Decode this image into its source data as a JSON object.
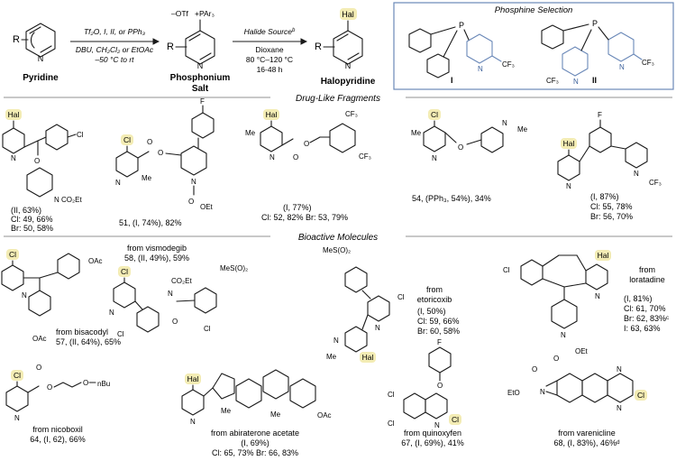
{
  "scheme": {
    "reactant_label": "Pyridine",
    "step1_reagents_line1": "Tf₂O, I, II, or PPh₃",
    "step1_reagents_line2": "DBU, CH₂Cl₂ or EtOAc",
    "step1_reagents_line3": "–50 °C to rt",
    "intermediate_counterion": "–OTf",
    "intermediate_cation": "+PAr₃",
    "intermediate_label_line1": "Phosphonium",
    "intermediate_label_line2": "Salt",
    "step2_reagent_line1": "Halide Source",
    "step2_reagent_sup": "b",
    "step2_solvent": "Dioxane",
    "step2_temp": "80 °C–120 °C",
    "step2_time": "16-48 h",
    "product_label": "Halopyridine",
    "hal": "Hal",
    "r_group": "R",
    "phosphine_title": "Phosphine Selection",
    "phosphine_I": "I",
    "phosphine_II": "II"
  },
  "sections": {
    "drug_like": "Drug-Like Fragments",
    "bioactive": "Bioactive Molecules"
  },
  "compounds": [
    {
      "id": "c1",
      "lines": [
        "(II, 63%)",
        "Cl: 49, 66%",
        "Br: 50, 58%"
      ]
    },
    {
      "id": "c2",
      "lines": [
        "51, (I, 74%), 82%"
      ]
    },
    {
      "id": "c3",
      "lines": [
        "(I, 77%)",
        "Cl: 52, 82%  Br: 53, 79%"
      ]
    },
    {
      "id": "c4",
      "lines": [
        "54, (PPh₃, 54%), 34%"
      ]
    },
    {
      "id": "c5",
      "lines": [
        "(I, 87%)",
        "Cl: 55, 78%",
        "Br: 56, 70%"
      ]
    },
    {
      "id": "c6",
      "lines": [
        "from bisacodyl",
        "57, (II, 64%), 65%"
      ]
    },
    {
      "id": "c7",
      "lines": [
        "from vismodegib",
        "58, (II, 49%), 59%"
      ]
    },
    {
      "id": "c8",
      "lines": [
        "from",
        "etoricoxib",
        "(I, 50%)",
        "Cl: 59, 66%",
        "Br: 60, 58%"
      ]
    },
    {
      "id": "c9",
      "lines": [
        "from",
        "loratadine",
        "(I, 81%)",
        "Cl: 61, 70%",
        "Br: 62, 83%ᶜ",
        "I: 63, 63%"
      ]
    },
    {
      "id": "c10",
      "lines": [
        "from nicoboxil",
        "64, (I, 62), 66%"
      ]
    },
    {
      "id": "c11",
      "lines": [
        "from abiraterone acetate",
        "(I, 69%)",
        "Cl: 65, 73%  Br: 66, 83%"
      ]
    },
    {
      "id": "c12",
      "lines": [
        "from quinoxyfen",
        "67, (I, 69%), 41%"
      ]
    },
    {
      "id": "c13",
      "lines": [
        "from varenicline",
        "68, (I, 83%), 46%ᵈ"
      ]
    }
  ],
  "atom_labels": {
    "cl": "Cl",
    "f": "F",
    "n": "N",
    "o": "O",
    "me": "Me",
    "cf3": "CF₃",
    "oac": "OAc",
    "nbu": "nBu",
    "co2et": "CO₂Et",
    "oet": "OEt",
    "eto": "EtO",
    "so2me": "MeS(O)₂"
  }
}
